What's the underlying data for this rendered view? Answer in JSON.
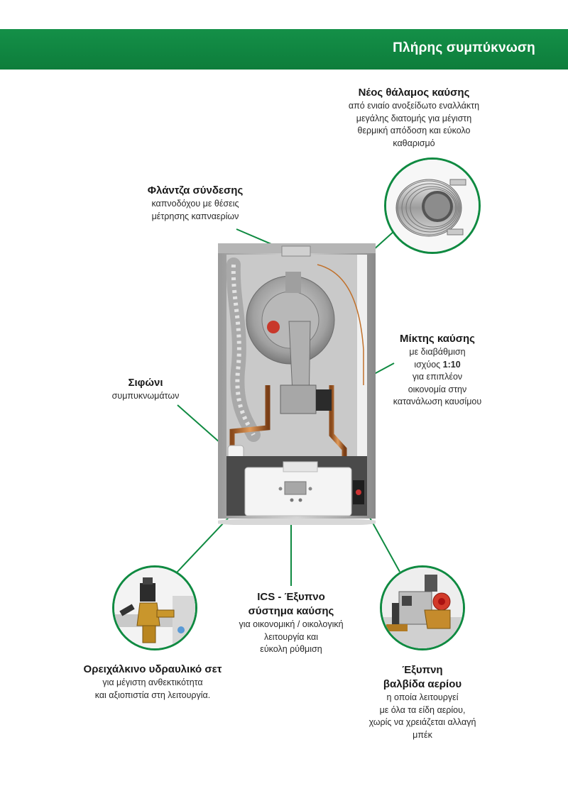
{
  "header": {
    "title": "Πλήρης συμπύκνωση"
  },
  "callouts": {
    "combustion_chamber": {
      "title": "Νέος θάλαμος καύσης",
      "lines": [
        "από ενιαίο ανοξείδωτο εναλλάκτη",
        "μεγάλης διατομής για μέγιστη",
        "θερμική απόδοση και εύκολο",
        "καθαρισμό"
      ]
    },
    "flange": {
      "title": "Φλάντζα σύνδεσης",
      "lines": [
        "καπνοδόχου με θέσεις",
        "μέτρησης  καπναερίων"
      ]
    },
    "mixer": {
      "title": "Μίκτης καύσης",
      "lines": [
        "με διαβάθμιση",
        "ισχύος  ",
        "για επιπλέον",
        "οικονομία στην",
        "κατανάλωση καυσίμου"
      ],
      "ratio": "1:10"
    },
    "siphon": {
      "title": "Σιφώνι",
      "lines": [
        "συμπυκνωμάτων"
      ]
    },
    "ics": {
      "title_line1": "ICS - Έξυπνο",
      "title_line2": "σύστημα καύσης",
      "lines": [
        "για οικονομική / οικολογική",
        "λειτουργία και",
        "εύκολη ρύθμιση"
      ]
    },
    "brass_set": {
      "title": "Ορειχάλκινο υδραυλικό σετ",
      "lines": [
        "για μέγιστη ανθεκτικότητα",
        "και  αξιοπιστία στη λειτουργία."
      ]
    },
    "gas_valve": {
      "title_line1": "Έξυπνη",
      "title_line2": "βαλβίδα αερίου",
      "lines": [
        "η οποία λειτουργεί",
        "με όλα τα είδη αερίου,",
        "χωρίς να χρειάζεται αλλαγή",
        "μπέκ"
      ]
    }
  },
  "colors": {
    "brand_green": "#0f8a41",
    "header_green": "#149048"
  }
}
